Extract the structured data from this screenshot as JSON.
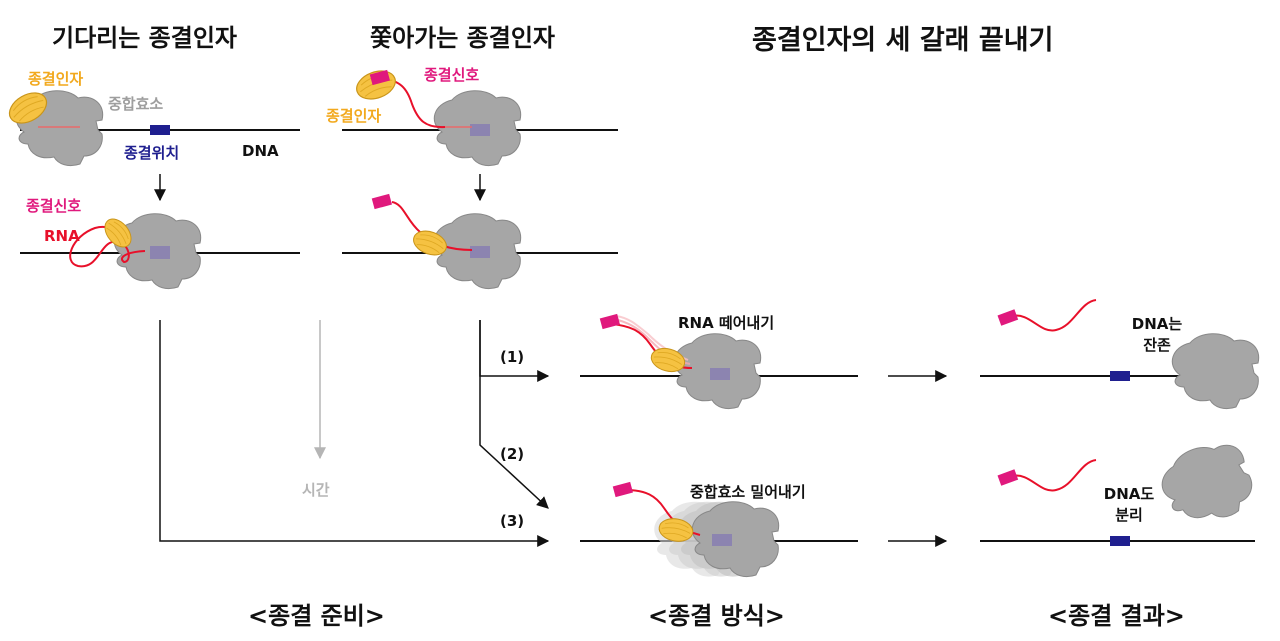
{
  "colors": {
    "factor": "#f5c242",
    "factor_text": "#f2a91e",
    "polymerase": "#a6a6a6",
    "polymerase_text": "#9e9e9e",
    "site": "#1f1f8f",
    "signal": "#e0197d",
    "rna": "#e8102a",
    "time_arrow": "#b5b5b5"
  },
  "icons": [
    "termination-factor-shape",
    "rna-polymerase-shape",
    "termination-site-box",
    "termination-signal-tag",
    "rna-strand"
  ],
  "headings": {
    "waiting": "기다리는 종결인자",
    "chasing": "쫓아가는 종결인자",
    "main_title": "종결인자의 세 갈래 끝내기"
  },
  "labels": {
    "factor_left": "종결인자",
    "polymerase": "중합효소",
    "site": "종결위치",
    "dna": "DNA",
    "signal_right": "종결신호",
    "factor_right": "종결인자",
    "signal_left": "종결신호",
    "rna": "RNA",
    "time": "시간"
  },
  "paths": {
    "p1": "(1)",
    "p2": "(2)",
    "p3": "(3)"
  },
  "modes": {
    "rna_release": "RNA 떼어내기",
    "polymerase_push": "중합효소 밀어내기"
  },
  "results": {
    "dna_remains_l1": "DNA는",
    "dna_remains_l2": "잔존",
    "dna_separate_l1": "DNA도",
    "dna_separate_l2": "분리"
  },
  "footer": {
    "prep": "<종결 준비>",
    "mode": "<종결 방식>",
    "result": "<종결 결과>"
  }
}
